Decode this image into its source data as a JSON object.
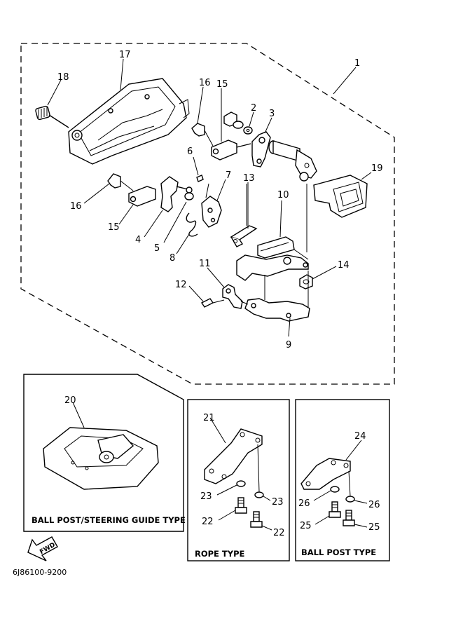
{
  "drawing_code": "6J86100-9200",
  "fwd_label": "FWD",
  "callouts": {
    "c1": "1",
    "c2": "2",
    "c3": "3",
    "c4": "4",
    "c5": "5",
    "c6": "6",
    "c7": "7",
    "c8": "8",
    "c9": "9",
    "c10": "10",
    "c11": "11",
    "c12": "12",
    "c13": "13",
    "c14": "14",
    "c15a": "15",
    "c15b": "15",
    "c16a": "16",
    "c16b": "16",
    "c17": "17",
    "c18": "18",
    "c19": "19",
    "c20": "20",
    "c21": "21",
    "c22a": "22",
    "c22b": "22",
    "c23a": "23",
    "c23b": "23",
    "c24": "24",
    "c25a": "25",
    "c25b": "25",
    "c26a": "26",
    "c26b": "26"
  },
  "panels": {
    "ball_post_steering": "BALL POST/STEERING GUIDE TYPE",
    "rope": "ROPE TYPE",
    "ball_post": "BALL POST TYPE"
  }
}
